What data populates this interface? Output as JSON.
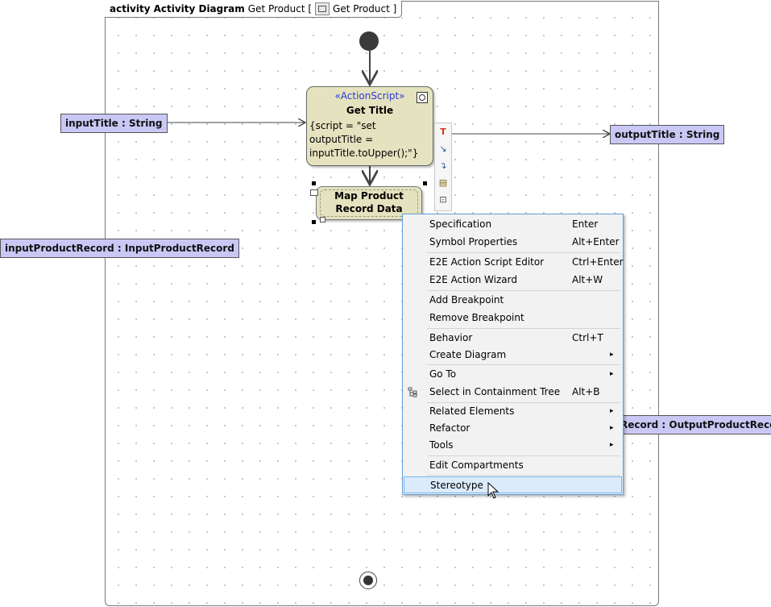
{
  "diagram": {
    "frame_keyword": "activity",
    "frame_title": "Activity Diagram",
    "frame_name_left": "Get Product [",
    "frame_name_right": "Get Product ]"
  },
  "pins": {
    "input_title": "inputTitle : String",
    "output_title": "outputTitle : String",
    "input_product_record": "inputProductRecord : InputProductRecord",
    "output_product_record": "Record : OutputProductRecord"
  },
  "actions": {
    "get_title": {
      "stereotype": "«ActionScript»",
      "name": "Get Title",
      "body": "{script = \"set\noutputTitle =\ninputTitle.toUpper();\"}"
    },
    "map_product": {
      "name": "Map Product\nRecord Data"
    }
  },
  "context_menu": {
    "items": [
      {
        "label": "Specification",
        "shortcut": "Enter"
      },
      {
        "label": "Symbol Properties",
        "shortcut": "Alt+Enter"
      },
      {
        "label": "E2E Action Script Editor",
        "shortcut": "Ctrl+Enter"
      },
      {
        "label": "E2E Action Wizard",
        "shortcut": "Alt+W"
      },
      {
        "label": "Add Breakpoint",
        "shortcut": ""
      },
      {
        "label": "Remove Breakpoint",
        "shortcut": ""
      },
      {
        "label": "Behavior",
        "shortcut": "Ctrl+T"
      },
      {
        "label": "Create Diagram",
        "shortcut": ""
      },
      {
        "label": "Go To",
        "shortcut": ""
      },
      {
        "label": "Select in Containment Tree",
        "shortcut": "Alt+B"
      },
      {
        "label": "Related Elements",
        "shortcut": ""
      },
      {
        "label": "Refactor",
        "shortcut": ""
      },
      {
        "label": "Tools",
        "shortcut": ""
      },
      {
        "label": "Edit Compartments",
        "shortcut": ""
      },
      {
        "label": "Stereotype",
        "shortcut": ""
      }
    ],
    "submenu_arrow": "▸"
  },
  "icons": {
    "smart_toolbar": [
      "text-icon",
      "flow-icon",
      "connector-icon",
      "note-icon",
      "view-icon",
      "search-icon"
    ],
    "containment_tree": "tree-icon"
  },
  "colors": {
    "pin_fill": "#c9c8f5",
    "action_fill": "#e5e2bf",
    "stereotype_text": "#2a3bd6",
    "menu_highlight": "#dcebfb"
  }
}
